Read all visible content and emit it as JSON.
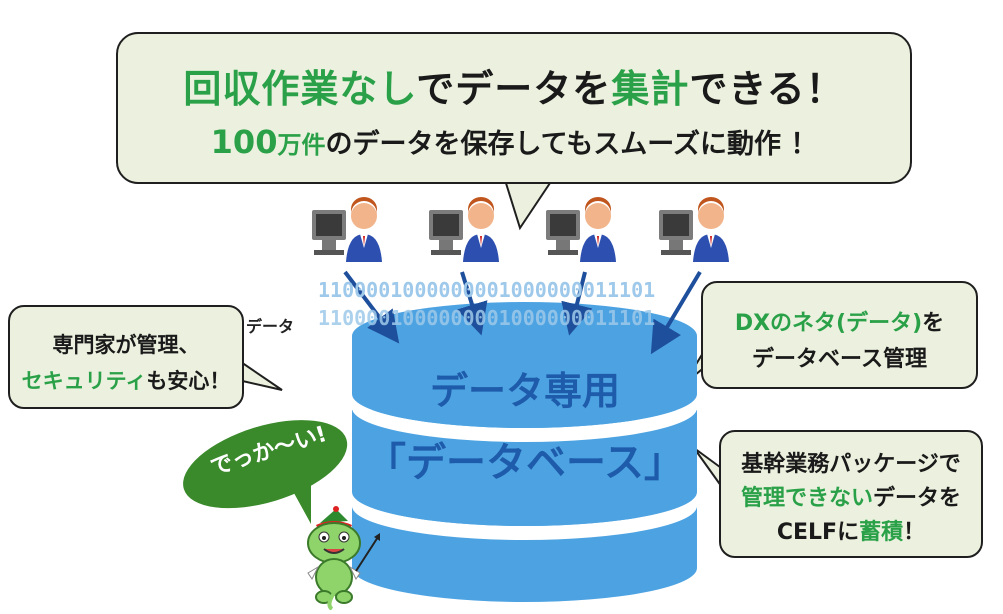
{
  "main_bubble": {
    "headline": {
      "p1": "回収作業なし",
      "p2": "でデータを",
      "p3": "集計",
      "p4": "できる！"
    },
    "subline": {
      "num": "100",
      "unit": "万件",
      "rest": "のデータを保存してもスムーズに動作 ！"
    }
  },
  "left_bubble": {
    "line1": "専門家が管理、",
    "line2a": "セキュリティ",
    "line2b": "も安心！"
  },
  "right_top_bubble": {
    "line1a": "DXのネタ(データ)",
    "line1b": "を",
    "line2": "データベース管理"
  },
  "right_bottom_bubble": {
    "line1": "基幹業務パッケージで",
    "line2a": "管理できない",
    "line2b": "データを",
    "line3a": "CELFに",
    "line3b": "蓄積",
    "line3c": "！"
  },
  "binary": {
    "row1": "1100001000000001000000011101",
    "row2": "1100001000000001000000011101"
  },
  "data_label": "データ",
  "database": {
    "title": "データ専用",
    "name": "「データベース」"
  },
  "mascot_speech": "でっか〜い!",
  "colors": {
    "bubble_bg": "#ebf1de",
    "accent_green": "#2aa148",
    "db_blue": "#4da3e2",
    "db_text": "#1e5cab",
    "binary": "#9ec9ea"
  },
  "icons": [
    "user-computer-icon",
    "arrow-icon",
    "database-icon",
    "frog-mascot-icon"
  ]
}
